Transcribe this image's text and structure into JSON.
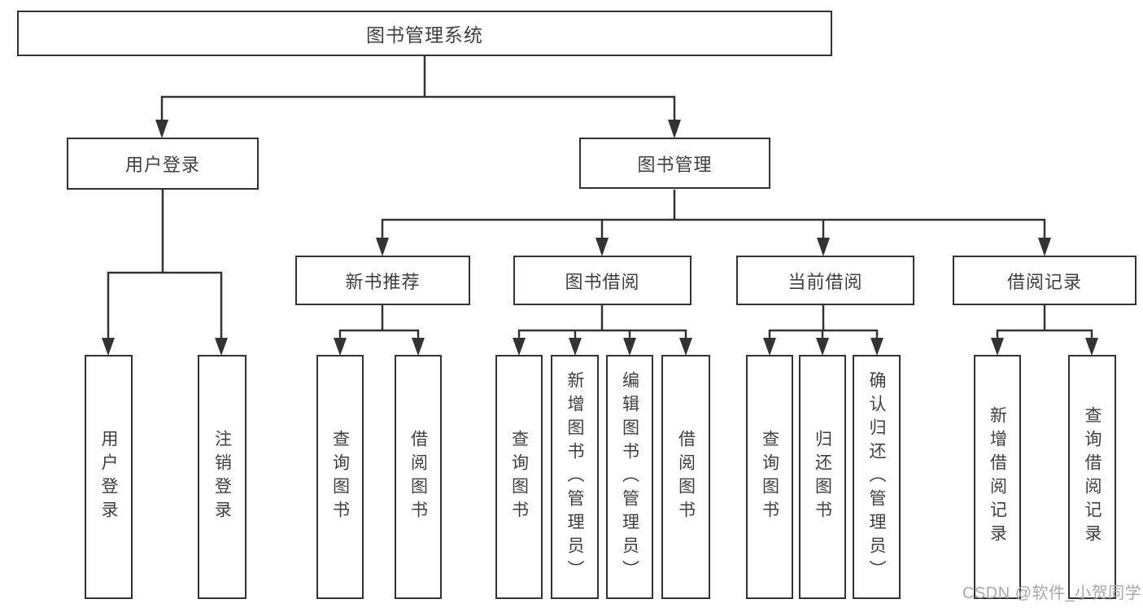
{
  "tree": {
    "label": "图书管理系统",
    "children": [
      {
        "label": "用户登录",
        "children": [
          {
            "label": "用户登录"
          },
          {
            "label": "注销登录"
          }
        ]
      },
      {
        "label": "图书管理",
        "children": [
          {
            "label": "新书推荐",
            "children": [
              {
                "label": "查询图书"
              },
              {
                "label": "借阅图书"
              }
            ]
          },
          {
            "label": "图书借阅",
            "children": [
              {
                "label": "查询图书"
              },
              {
                "label": "新增图书（管理员）"
              },
              {
                "label": "编辑图书（管理员）"
              },
              {
                "label": "借阅图书"
              }
            ]
          },
          {
            "label": "当前借阅",
            "children": [
              {
                "label": "查询图书"
              },
              {
                "label": "归还图书"
              },
              {
                "label": "确认归还（管理员）"
              }
            ]
          },
          {
            "label": "借阅记录",
            "children": [
              {
                "label": "新增借阅记录"
              },
              {
                "label": "查询借阅记录"
              }
            ]
          }
        ]
      }
    ]
  },
  "watermark": "CSDN @软件_小贺同学",
  "colors": {
    "line": "#333333",
    "text": "#3f3f3f",
    "watermark": "#a8a8a8",
    "background": "#ffffff"
  }
}
